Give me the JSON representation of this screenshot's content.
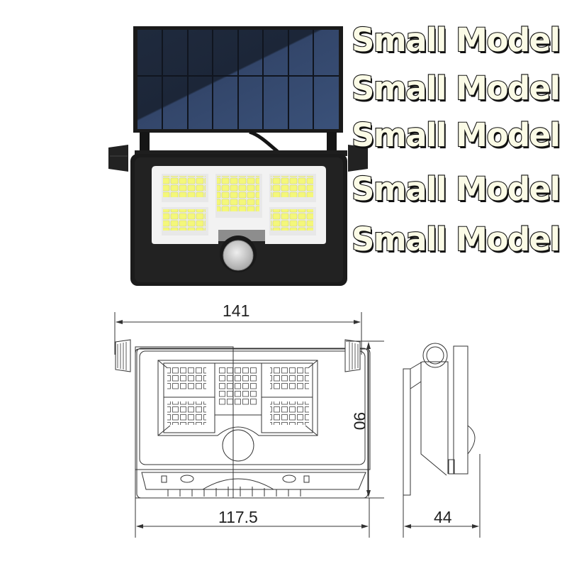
{
  "product": {
    "type": "Solar LED wall light with PIR motion sensor",
    "labels": [
      "Small Model",
      "Small Model",
      "Small Model",
      "Small Model",
      "Small Model"
    ],
    "colors": {
      "label_fill": "#fbfbe6",
      "label_outline": "#111111",
      "panel_blue": "#2b3b55",
      "housing_black": "#1b1b1b",
      "led_yellow": "#f4f77a",
      "reflector_white": "#f2f2f2"
    },
    "led_groups": [
      {
        "position": "top-left",
        "rows": 3,
        "cols": 5
      },
      {
        "position": "center",
        "rows": 5,
        "cols": 5
      },
      {
        "position": "top-right",
        "rows": 3,
        "cols": 5
      },
      {
        "position": "bottom-left",
        "rows": 3,
        "cols": 5
      },
      {
        "position": "bottom-right",
        "rows": 3,
        "cols": 5
      }
    ]
  },
  "dimensions": {
    "total_width": "141",
    "body_width": "117.5",
    "height": "90",
    "depth": "44"
  }
}
